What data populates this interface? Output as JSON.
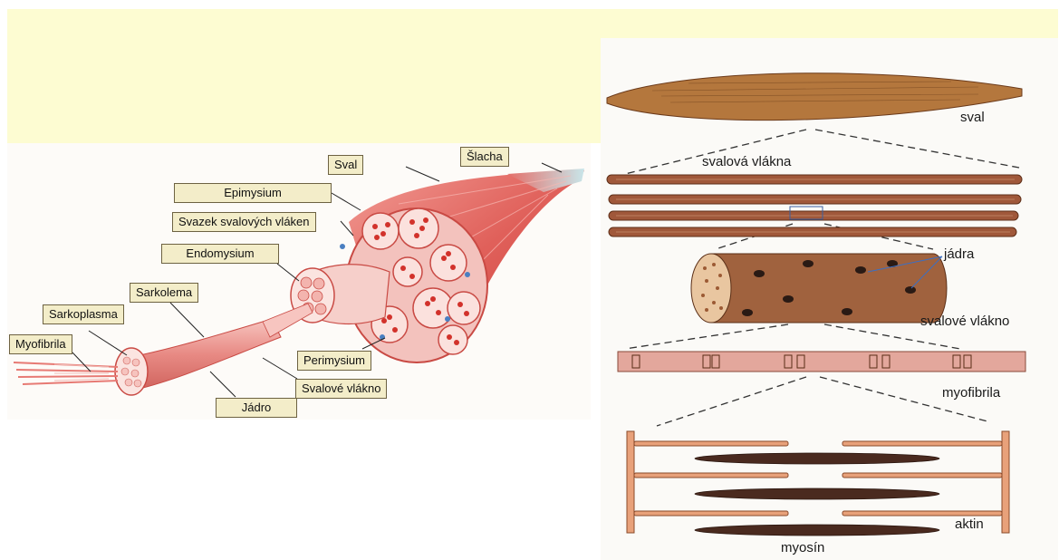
{
  "left_diagram": {
    "labels": {
      "slacha": "Šlacha",
      "sval": "Sval",
      "epimysium": "Epimysium",
      "svazek": "Svazek svalových vláken",
      "endomysium": "Endomysium",
      "sarkolema": "Sarkolema",
      "sarkoplasma": "Sarkoplasma",
      "myofibrila": "Myofibrila",
      "perimysium": "Perimysium",
      "svalove_vlakno": "Svalové vlákno",
      "jadro": "Jádro"
    }
  },
  "right_diagram": {
    "labels": {
      "sval": "sval",
      "svalova_vlakna": "svalová vlákna",
      "jadra": "jádra",
      "svalove_vlakno": "svalové vlákno",
      "myofibrila": "myofibrila",
      "aktin": "aktin",
      "myosin": "myosín"
    }
  },
  "colors": {
    "banner": "#fdfcd2",
    "muscle": "#e8867f",
    "muscle_dark": "#c9453f",
    "label_bg": "#f3edc9",
    "fiber_brown": "#8a4a2a"
  }
}
